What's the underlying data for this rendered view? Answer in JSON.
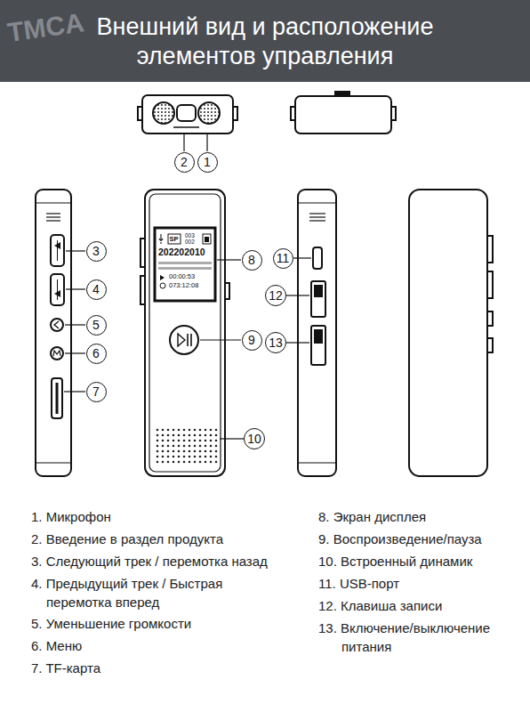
{
  "diagram": {
    "title": "Внешний вид и расположение элементов управления",
    "nodes": [
      {
        "text": [
          "2"
        ]
      },
      {
        "text": [
          "1"
        ]
      },
      {
        "text": [
          "3"
        ]
      },
      {
        "text": [
          "4"
        ]
      },
      {
        "text": [
          "5"
        ]
      },
      {
        "text": [
          "6"
        ]
      },
      {
        "text": [
          "7"
        ]
      },
      {
        "text": [
          "8"
        ]
      },
      {
        "text": [
          "11"
        ]
      },
      {
        "text": [
          "9"
        ]
      },
      {
        "text": [
          "12"
        ]
      },
      {
        "text": [
          "13"
        ]
      },
      {
        "text": [
          "10"
        ]
      }
    ],
    "labels": [
      "TMCA",
      "SP",
      "003",
      "002",
      "202202010",
      "00:00:53",
      "073:12:08",
      "1. Микрофон",
      "2. Введение в раздел продукта",
      "3. Следующий трек / перемотка назад",
      "4. Предыдущий трек / Быстрая перемотка вперед",
      "5. Уменьшение громкости",
      "6. Меню",
      "7. TF-карта",
      "8. Экран дисплея",
      "9. Воспроизведение/пауза",
      "10. Встроенный динамик",
      "11. USB-порт",
      "12. Клавиша записи",
      "13. Включение/выключение питания"
    ]
  }
}
